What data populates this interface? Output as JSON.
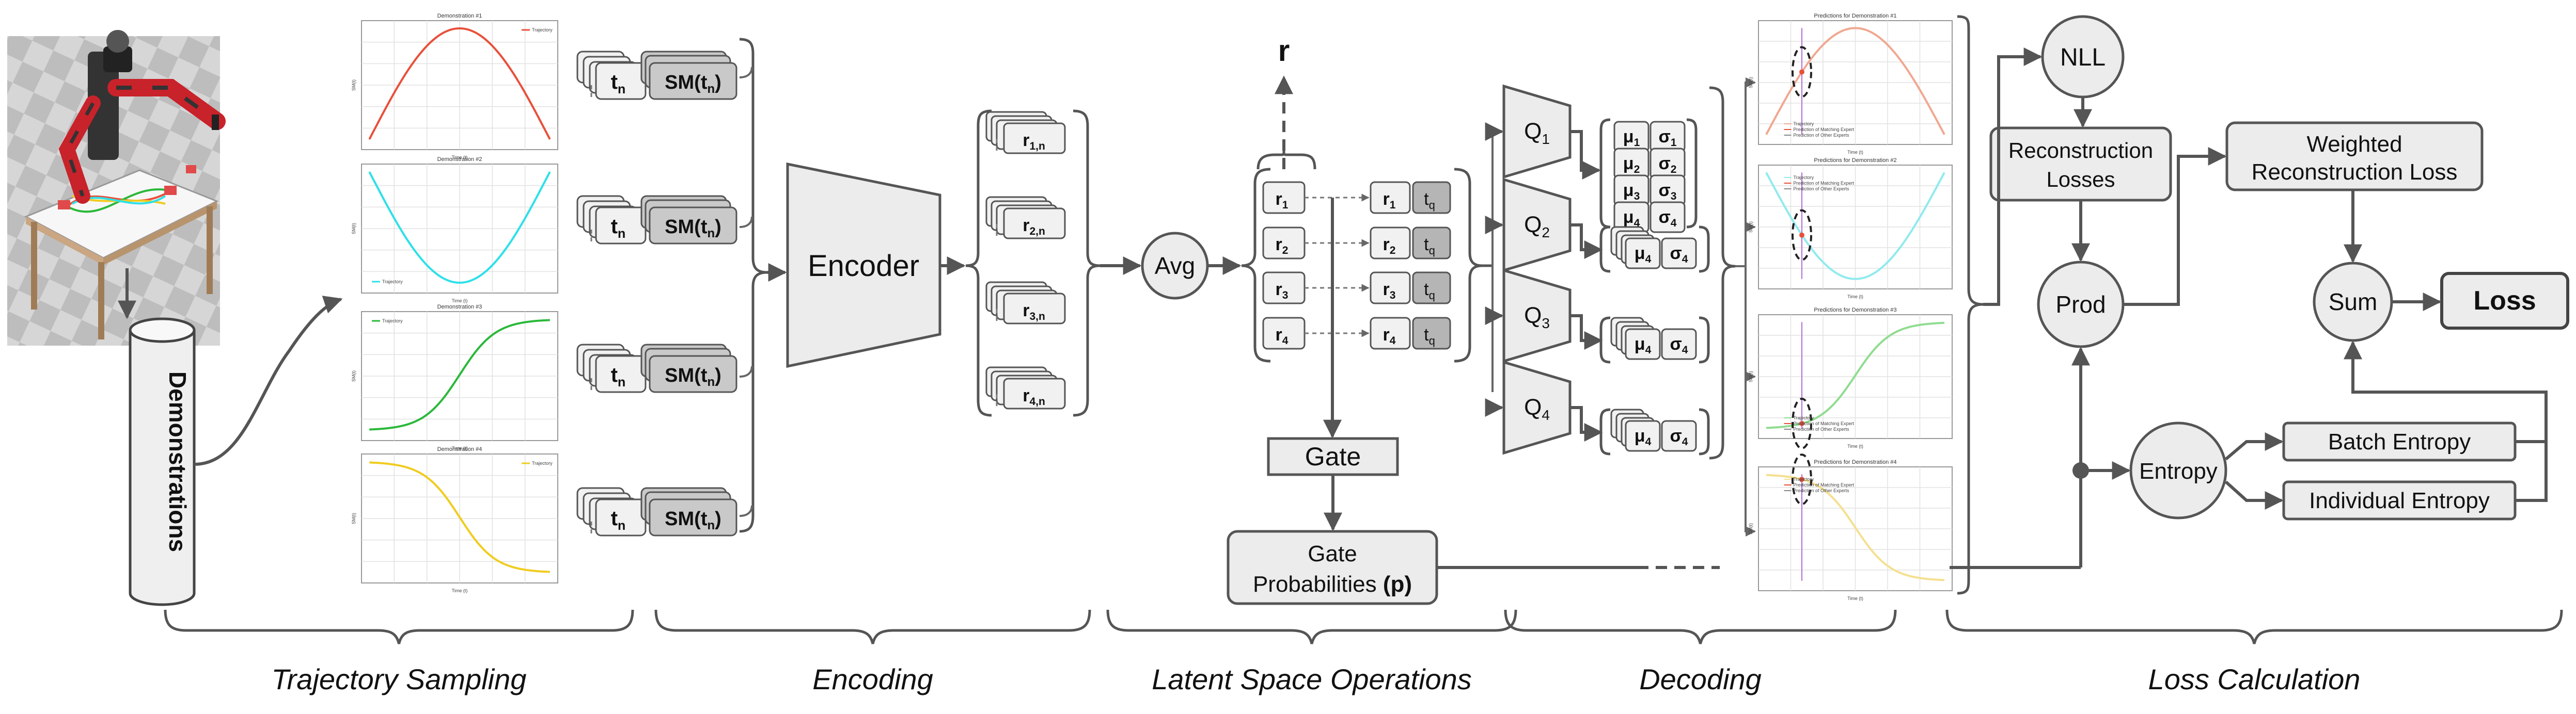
{
  "sections": [
    {
      "id": "sampling",
      "label": "Trajectory Sampling"
    },
    {
      "id": "encoding",
      "label": "Encoding"
    },
    {
      "id": "latent",
      "label": "Latent Space Operations"
    },
    {
      "id": "decoding",
      "label": "Decoding"
    },
    {
      "id": "loss",
      "label": "Loss Calculation"
    }
  ],
  "demos_label": "Demonstrations",
  "encoder_label": "Encoder",
  "avg_label": "Avg",
  "gate_label": "Gate",
  "gate_probs": {
    "line1": "Gate",
    "line2": "Probabilities",
    "bold": "(p)"
  },
  "r_label": "r",
  "loss_nodes": {
    "nll": "NLL",
    "recon_line1": "Reconstruction",
    "recon_line2": "Losses",
    "prod": "Prod",
    "weighted_line1": "Weighted",
    "weighted_line2": "Reconstruction Loss",
    "sum": "Sum",
    "loss": "Loss",
    "entropy": "Entropy",
    "batch_entropy": "Batch Entropy",
    "individual_entropy": "Individual Entropy"
  },
  "tq": "t",
  "tq_sub": "q",
  "sample_t": "t",
  "sample_sub": "n",
  "sample_sm": "SM(t",
  "sample_sm_close": ")",
  "latent_r": [
    {
      "base": "r",
      "sub": "1"
    },
    {
      "base": "r",
      "sub": "2"
    },
    {
      "base": "r",
      "sub": "3"
    },
    {
      "base": "r",
      "sub": "4"
    }
  ],
  "encoded_r": [
    {
      "base": "r",
      "sub": "1,n"
    },
    {
      "base": "r",
      "sub": "2,n"
    },
    {
      "base": "r",
      "sub": "3,n"
    },
    {
      "base": "r",
      "sub": "4,n"
    }
  ],
  "decoders": [
    {
      "base": "Q",
      "sub": "1"
    },
    {
      "base": "Q",
      "sub": "2"
    },
    {
      "base": "Q",
      "sub": "3"
    },
    {
      "base": "Q",
      "sub": "4"
    }
  ],
  "mu_sigma": {
    "mu": "μ",
    "sigma": "σ"
  },
  "demo_plots": [
    {
      "title": "Demonstration #1",
      "legend": "Trajectory",
      "color": "#e8503a",
      "shape": "bump"
    },
    {
      "title": "Demonstration #2",
      "legend": "Trajectory",
      "color": "#2ee0e8",
      "shape": "dip"
    },
    {
      "title": "Demonstration #3",
      "legend": "Trajectory",
      "color": "#2ab83a",
      "shape": "rise"
    },
    {
      "title": "Demonstration #4",
      "legend": "Trajectory",
      "color": "#f0cc20",
      "shape": "fall"
    }
  ],
  "pred_plots": [
    {
      "title": "Predictions for Demonstration #1",
      "color": "#f0a890",
      "shape": "bump"
    },
    {
      "title": "Predictions for Demonstration #2",
      "color": "#90eaee",
      "shape": "dip"
    },
    {
      "title": "Predictions for Demonstration #3",
      "color": "#90dc90",
      "shape": "rise"
    },
    {
      "title": "Predictions for Demonstration #4",
      "color": "#f4e090",
      "shape": "fall"
    }
  ],
  "pred_legend": [
    "Trajectory",
    "Prediction of Matching Expert",
    "Prediction of Other Experts"
  ],
  "plot_axes": {
    "xlabel": "Time (t)",
    "ylabel": "SM(t)"
  },
  "colors": {
    "robot_red": "#c8222a",
    "robot_dark": "#333333",
    "floor": "#c9c9c9",
    "node_fill": "#ececec",
    "line": "#555555",
    "tq_fill": "#b5b5b5"
  }
}
